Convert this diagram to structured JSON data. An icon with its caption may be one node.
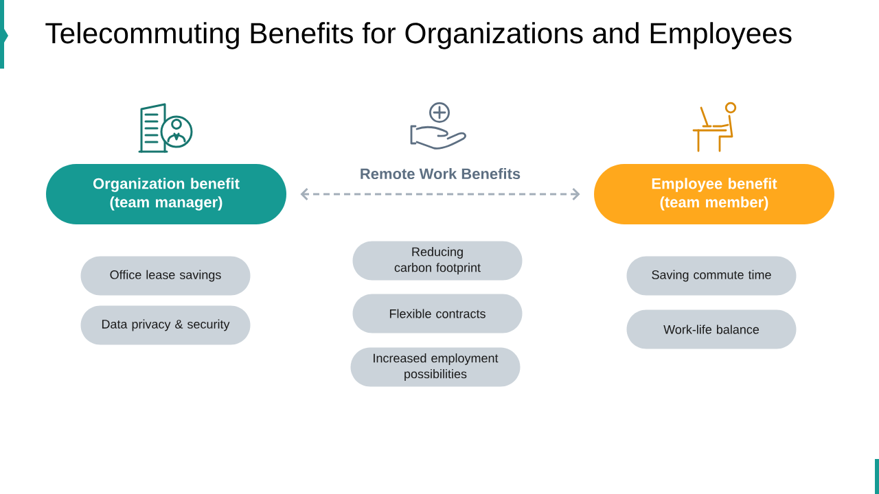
{
  "diagram": {
    "title": "Telecommuting Benefits for Organizations and Employees",
    "nodes": [
      {
        "text": [
          "Organization benefit (team manager)"
        ]
      },
      {
        "text": [
          "Employee benefit (team member)"
        ]
      },
      {
        "text": [
          "Office lease savings"
        ]
      },
      {
        "text": [
          "Data privacy & security"
        ]
      },
      {
        "text": [
          "Reducing carbon footprint"
        ]
      },
      {
        "text": [
          "Flexible contracts"
        ]
      },
      {
        "text": [
          "Increased employment possibilities"
        ]
      },
      {
        "text": [
          "Saving commute time"
        ]
      },
      {
        "text": [
          "Work-life balance"
        ]
      }
    ],
    "edges": [
      {
        "from": 0,
        "to": 1,
        "arrow": "both",
        "label": "Remote Work Benefits",
        "style": "dashed"
      }
    ]
  }
}
